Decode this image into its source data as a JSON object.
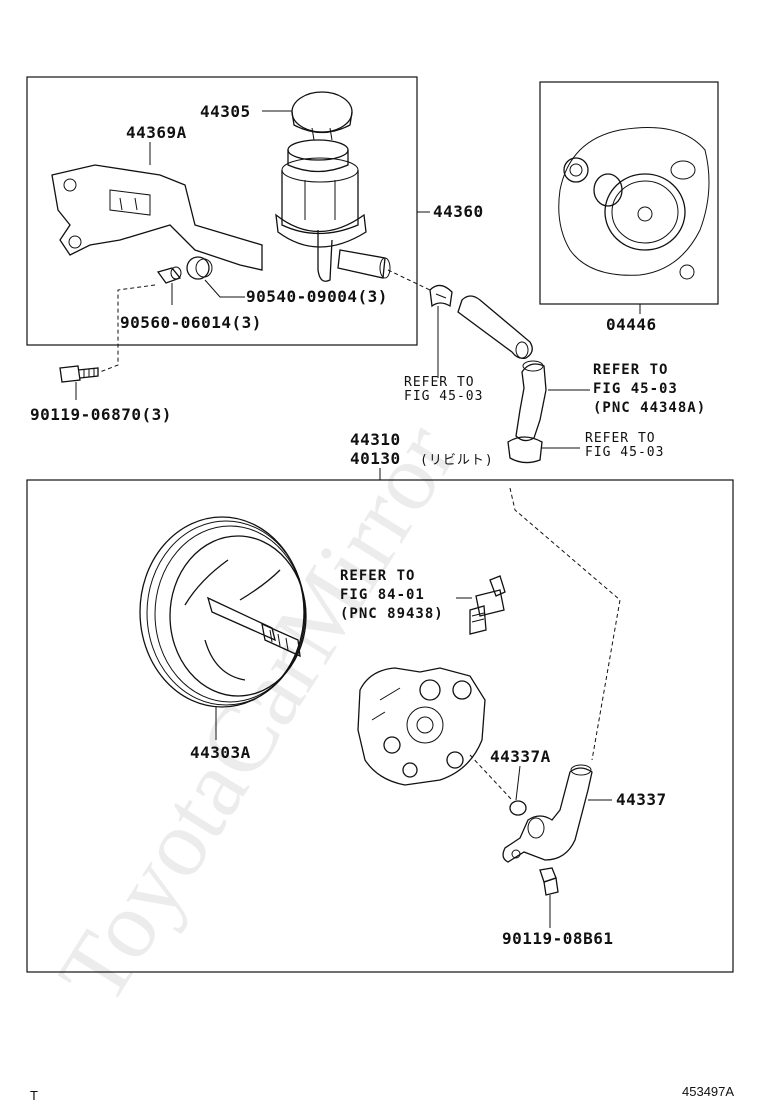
{
  "watermark": "ToyotaCarMirror",
  "footer": {
    "left": "T",
    "right": "453497A"
  },
  "labels": {
    "reservoir_cap": "44305",
    "bracket": "44369A",
    "reservoir_assy": "44360",
    "cushion": "90540-09004(3)",
    "collar": "90560-06014(3)",
    "bolt_top": "90119-06870(3)",
    "gasket_kit": "04446",
    "pump_assy": "44310",
    "pump_reman": "40130",
    "pump_reman_note": "(リビルト)",
    "refer_1_line1": "REFER TO",
    "refer_1_line2": "FIG 45-03",
    "refer_2_line1": "REFER TO",
    "refer_2_line2": "FIG 45-03",
    "refer_2_line3": "(PNC 44348A)",
    "refer_3_line1": "REFER TO",
    "refer_3_line2": "FIG 45-03",
    "refer_4_line1": "REFER TO",
    "refer_4_line2": "FIG 84-01",
    "refer_4_line3": "(PNC 89438)",
    "pulley": "44303A",
    "oring": "44337A",
    "union": "44337",
    "bolt_bottom": "90119-08B61"
  }
}
